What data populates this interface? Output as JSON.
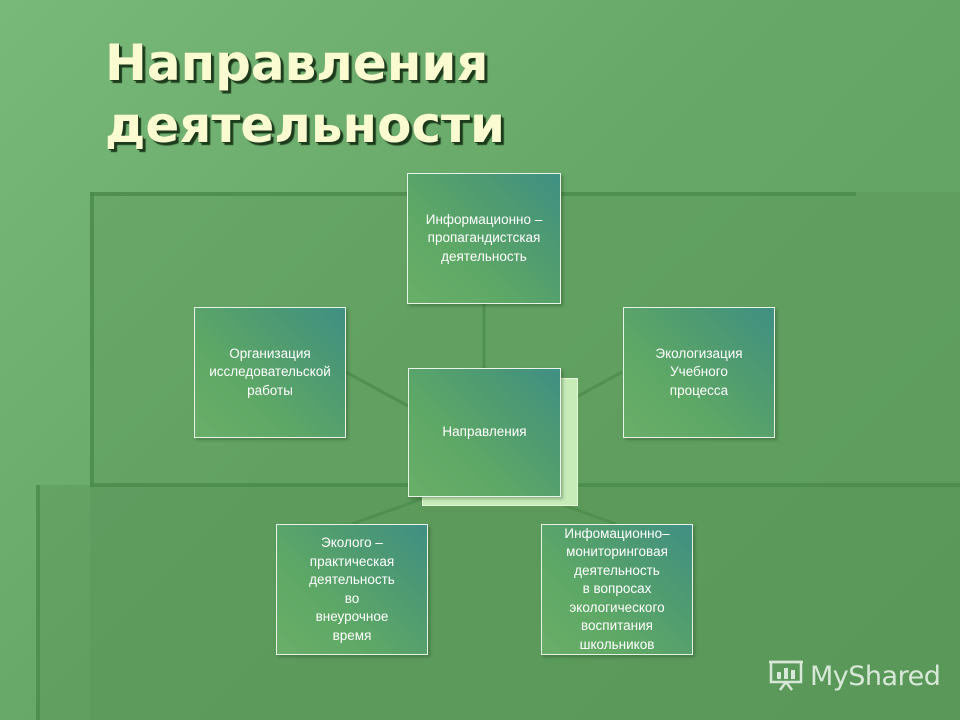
{
  "title": "Направления\nдеятельности",
  "center": "Направления",
  "nodes": {
    "top": "Информационно –\nпропагандистская\nдеятельность",
    "left": "Организация\nисследовательской\nработы",
    "right": "Экологизация\nУчебного\nпроцесса",
    "bottom_left": "Эколого –\nпрактическая\nдеятельность\nво\nвнеурочное\nвремя",
    "bottom_right": "Инфомационно–\nмониторинговая\nдеятельность\nв вопросах\nэкологического\nвоспитания\nшкольников"
  },
  "watermark": {
    "text": "MyShared",
    "icon": "presentation-board-icon"
  },
  "colors": {
    "background": "#6aaa6a",
    "title": "#fbfbd2",
    "node_text": "#ffffff",
    "accent": "#3f8f84"
  }
}
